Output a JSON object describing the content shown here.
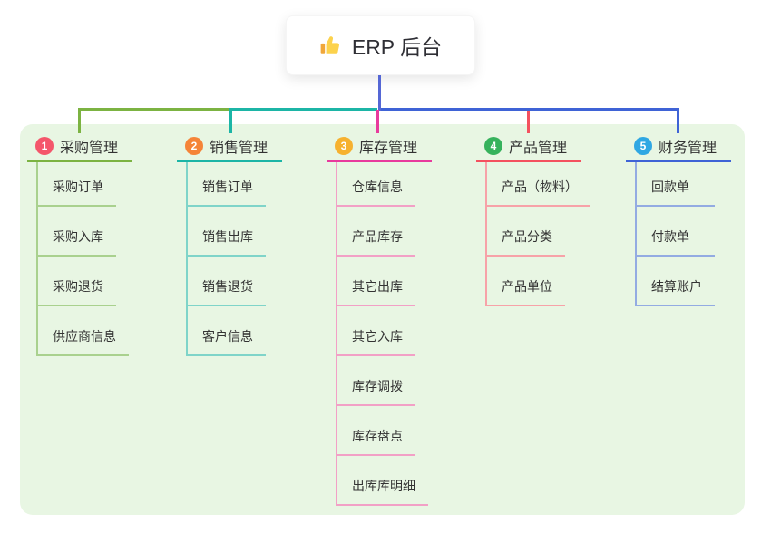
{
  "root": {
    "label": "ERP 后台",
    "icon": "thumbs-up-icon",
    "trunk_color": "#5567d5",
    "card_bg": "#ffffff",
    "text_color": "#2f2f35"
  },
  "panel": {
    "bg_color": "#e8f6e3"
  },
  "branches": [
    {
      "index": "1",
      "label": "采购管理",
      "badge_color": "#f4566b",
      "line_color": "#7cb342",
      "child_line_color": "#a9d18e",
      "children": [
        "采购订单",
        "采购入库",
        "采购退货",
        "供应商信息"
      ]
    },
    {
      "index": "2",
      "label": "销售管理",
      "badge_color": "#f58438",
      "line_color": "#1cb5a6",
      "child_line_color": "#7fd4c9",
      "children": [
        "销售订单",
        "销售出库",
        "销售退货",
        "客户信息"
      ]
    },
    {
      "index": "3",
      "label": "库存管理",
      "badge_color": "#f6b12f",
      "line_color": "#e83a9d",
      "child_line_color": "#f2a0c6",
      "children": [
        "仓库信息",
        "产品库存",
        "其它出库",
        "其它入库",
        "库存调拨",
        "库存盘点",
        "出库库明细"
      ]
    },
    {
      "index": "4",
      "label": "产品管理",
      "badge_color": "#36b25c",
      "line_color": "#f4515f",
      "child_line_color": "#f7a2a8",
      "children": [
        "产品（物料）",
        "产品分类",
        "产品单位"
      ]
    },
    {
      "index": "5",
      "label": "财务管理",
      "badge_color": "#2fa7e3",
      "line_color": "#3f63d6",
      "child_line_color": "#93abe2",
      "children": [
        "回款单",
        "付款单",
        "结算账户"
      ]
    }
  ]
}
